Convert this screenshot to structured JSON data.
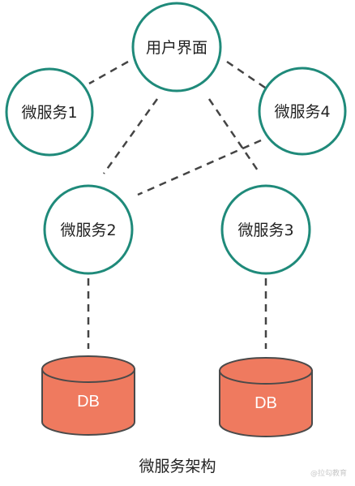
{
  "nodes": {
    "ui": "用户界面",
    "svc1": "微服务1",
    "svc2": "微服务2",
    "svc3": "微服务3",
    "svc4": "微服务4"
  },
  "databases": {
    "db_left": "DB",
    "db_right": "DB"
  },
  "caption": "微服务架构",
  "watermark": "@拉勾教育",
  "colors": {
    "circle_border": "#1f8a7a",
    "db_fill": "#ef7a5f",
    "db_stroke": "#4a4a4a",
    "connector": "#444444"
  }
}
